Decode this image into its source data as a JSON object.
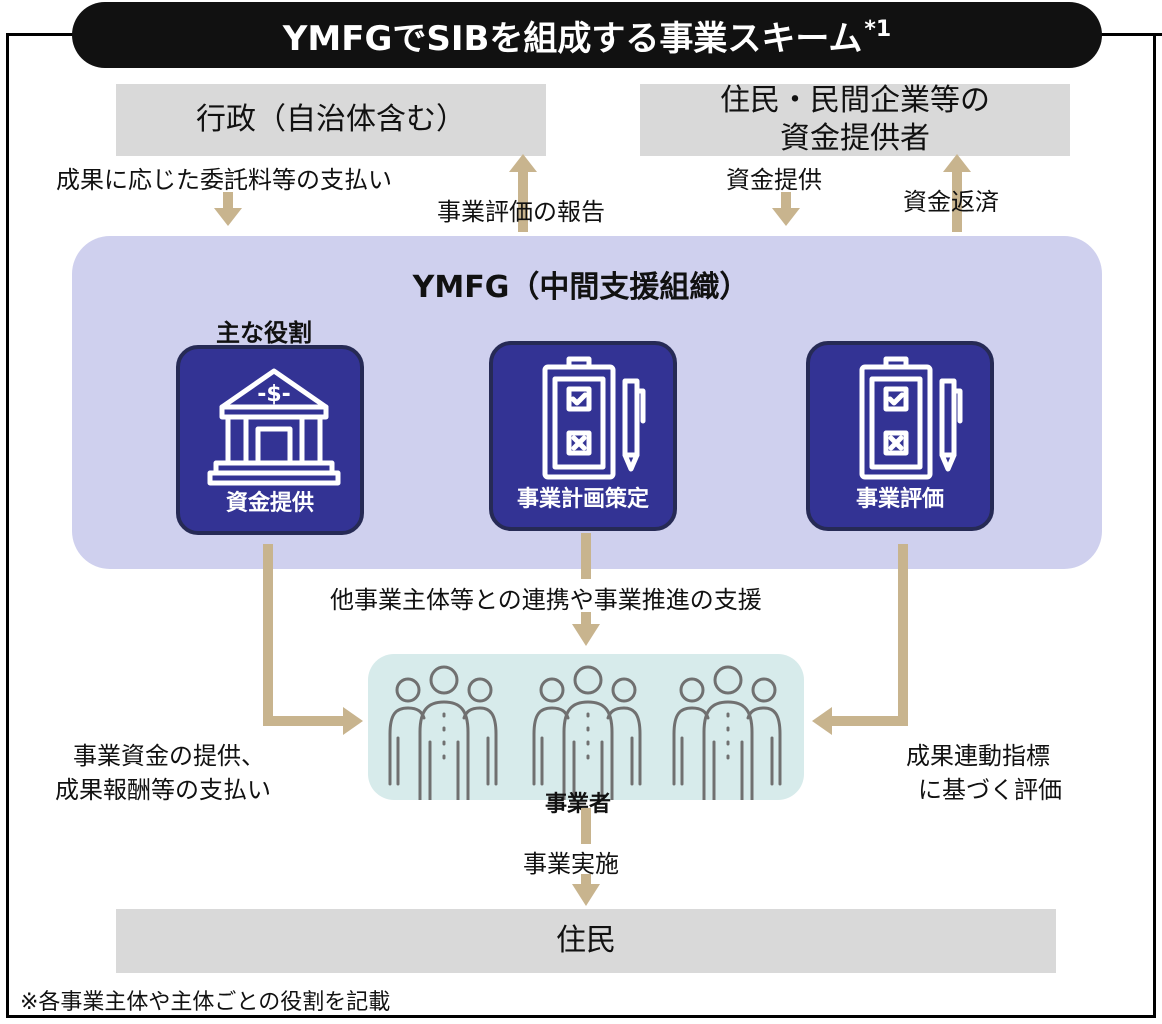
{
  "title": "YMFGでSIBを組成する事業スキーム",
  "title_superscript": "*1",
  "top_left_box": "行政（自治体含む）",
  "top_right_box": [
    "住民・民間企業等の",
    "資金提供者"
  ],
  "arrow_labels": {
    "payment": "成果に応じた委託料等の支払い",
    "report": "事業評価の報告",
    "funding": "資金提供",
    "repayment": "資金返済",
    "support": "他事業主体等との連携や事業推進の支援",
    "finance_left": [
      "事業資金の提供、",
      "成果報酬等の支払い"
    ],
    "evaluation_right": [
      "成果連動指標",
      "に基づく評価"
    ],
    "implementation": "事業実施"
  },
  "ymfg": {
    "title": "YMFG（中間支援組織）",
    "roles_title": "主な役割",
    "roles": [
      "資金提供",
      "事業計画策定",
      "事業評価"
    ]
  },
  "workers_label": "事業者",
  "bottom_box": "住民",
  "footnote": "※各事業主体や主体ごとの役割を記載",
  "colors": {
    "arrow": "#c8b48e",
    "card": "#333394",
    "panel": "#cfd0ee",
    "gray_box": "#d9d9d9",
    "workers_bg": "#d7ebeb"
  }
}
